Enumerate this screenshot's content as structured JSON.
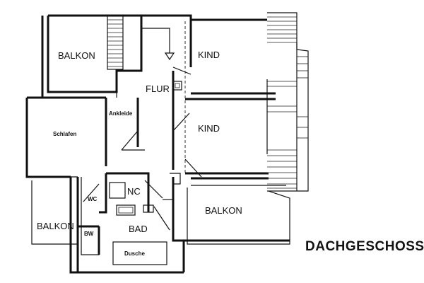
{
  "plan": {
    "title": "DACHGESCHOSS",
    "rooms": {
      "balkon_top": "BALKON",
      "kind_top": "KIND",
      "flur": "FLUR",
      "ankleide": "Ankleide",
      "schlafen": "Schlafen",
      "kind_mid": "KIND",
      "wc_sym": "NC",
      "wc": "WC",
      "balkon_right": "BALKON",
      "balkon_left": "BALKON",
      "bw": "BW",
      "bad": "BAD",
      "dusche": "Dusche"
    }
  }
}
